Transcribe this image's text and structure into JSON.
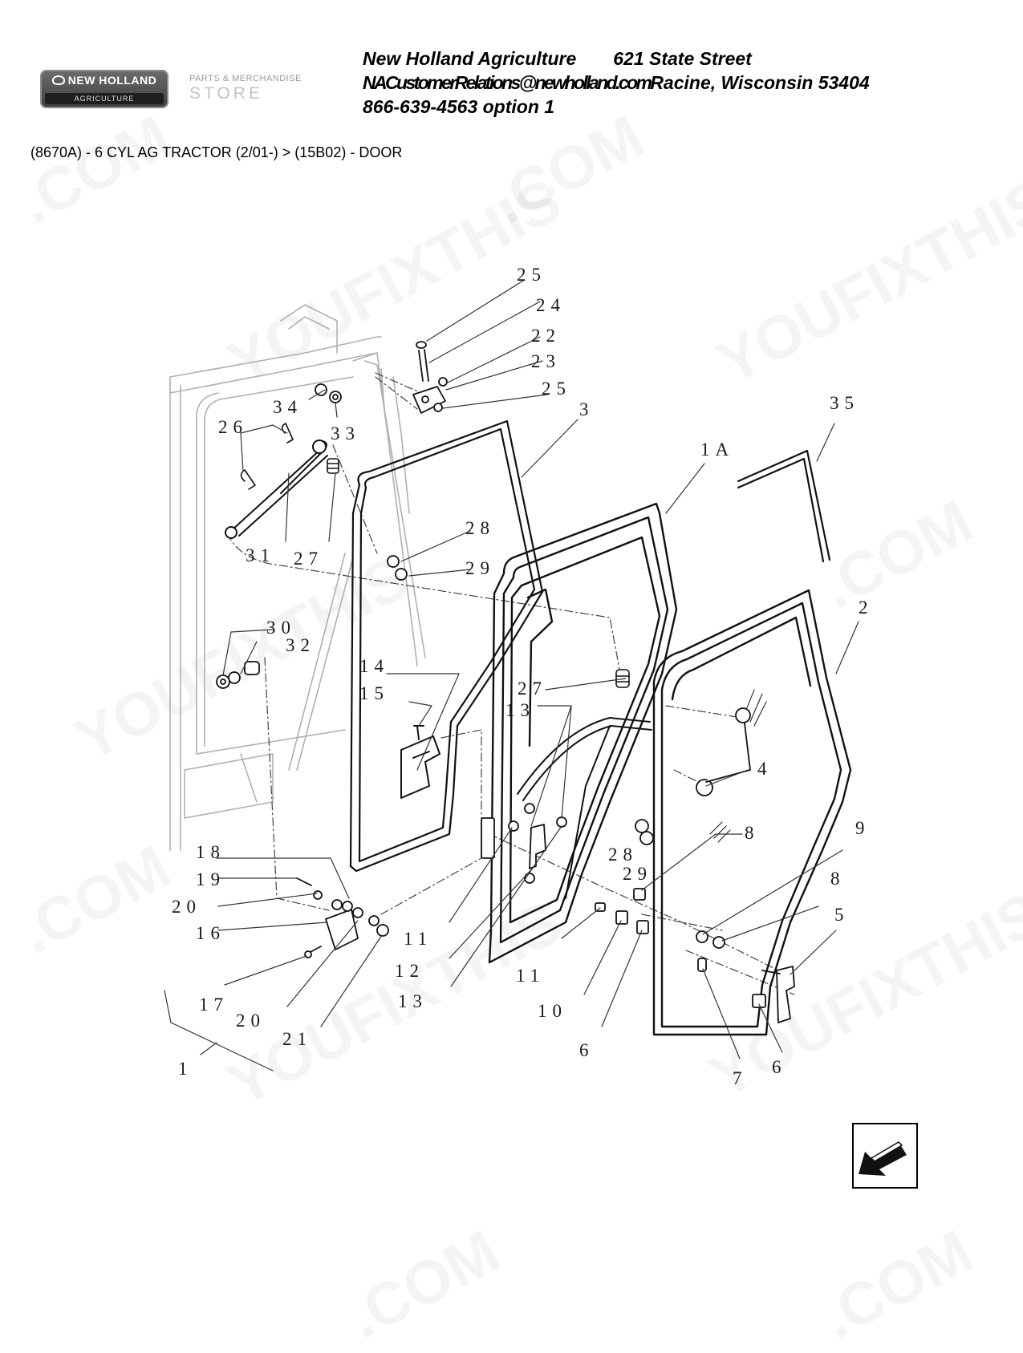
{
  "header": {
    "brand_logo_text": "NEW HOLLAND",
    "brand_logo_sub": "AGRICULTURE",
    "store_logo_top": "PARTS & MERCHANDISE",
    "store_logo_main": "STORE",
    "company": "New Holland Agriculture",
    "street": "621 State Street",
    "email": "NACustomerRelations@newholland.com",
    "city": "Racine, Wisconsin 53404",
    "phone": "866-639-4563 option 1"
  },
  "breadcrumb": "(8670A) - 6 CYL AG TRACTOR (2/01-) > (15B02) - DOOR",
  "watermark": {
    "text_a": "YOUFIXTHIS",
    "text_b": ".COM"
  },
  "callouts": {
    "c25a": "25",
    "c24": "24",
    "c22": "22",
    "c23": "23",
    "c25b": "25",
    "c3": "3",
    "c35": "35",
    "c34": "34",
    "c33": "33",
    "c26": "26",
    "c1A": "1A",
    "c31": "31",
    "c27a": "27",
    "c28a": "28",
    "c29a": "29",
    "c2": "2",
    "c30": "30",
    "c32": "32",
    "c14": "14",
    "c15": "15",
    "c27b": "27",
    "c13a": "13",
    "c4": "4",
    "c8a": "8",
    "c9": "9",
    "c8b": "8",
    "c28b": "28",
    "c29b": "29",
    "c5": "5",
    "c18": "18",
    "c19": "19",
    "c20a": "20",
    "c16": "16",
    "c11a": "11",
    "c12": "12",
    "c13b": "13",
    "c11b": "11",
    "c10": "10",
    "c17": "17",
    "c20b": "20",
    "c21": "21",
    "c6a": "6",
    "c7": "7",
    "c6b": "6",
    "c1": "1"
  }
}
